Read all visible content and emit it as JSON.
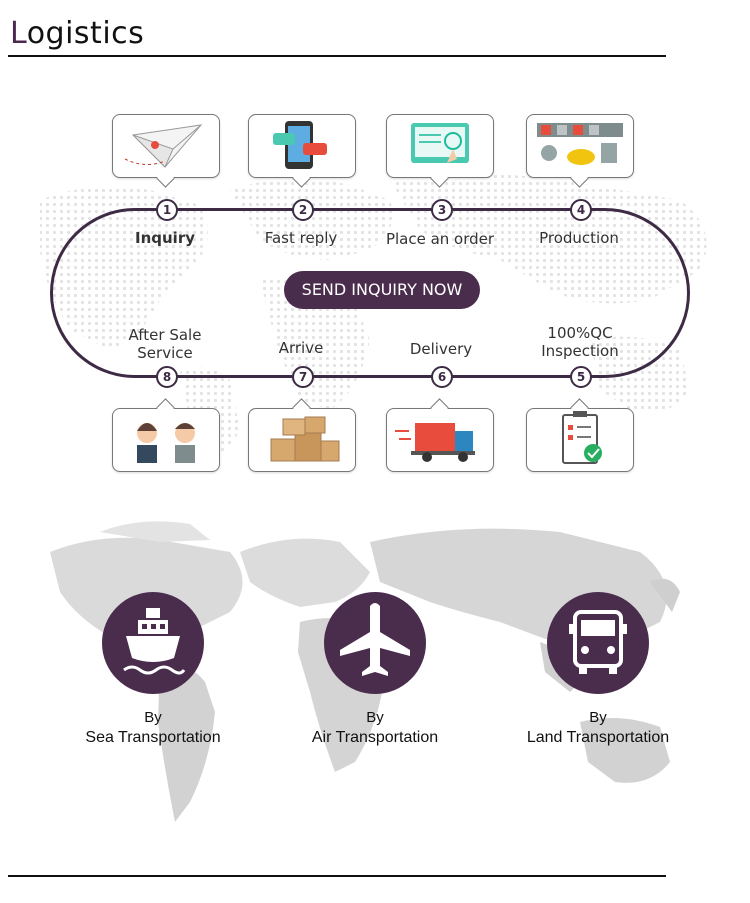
{
  "header": {
    "title_first_letter": "L",
    "title_rest": "ogistics"
  },
  "process": {
    "top_steps": [
      {
        "number": "1",
        "label": "Inquiry",
        "icon": "paper-plane-mail-icon"
      },
      {
        "number": "2",
        "label": "Fast reply",
        "icon": "phone-chat-icon"
      },
      {
        "number": "3",
        "label": "Place an order",
        "icon": "online-order-icon"
      },
      {
        "number": "4",
        "label": "Production",
        "icon": "factory-line-icon"
      }
    ],
    "bottom_steps": [
      {
        "number": "8",
        "label_line1": "After Sale",
        "label_line2": "Service",
        "icon": "customer-service-icon"
      },
      {
        "number": "7",
        "label_line1": "Arrive",
        "label_line2": "",
        "icon": "boxes-icon"
      },
      {
        "number": "6",
        "label_line1": "Delivery",
        "label_line2": "",
        "icon": "delivery-truck-icon"
      },
      {
        "number": "5",
        "label_line1": "100%QC",
        "label_line2": "Inspection",
        "icon": "checklist-icon"
      }
    ],
    "cta_label": "SEND INQUIRY NOW"
  },
  "transport": [
    {
      "by": "By",
      "name": "Sea Transportation",
      "icon": "ship-icon"
    },
    {
      "by": "By",
      "name": "Air Transportation",
      "icon": "airplane-icon"
    },
    {
      "by": "By",
      "name": "Land Transportation",
      "icon": "bus-icon"
    }
  ],
  "colors": {
    "accent": "#4a2c4d",
    "loop": "#3d2a45",
    "map": "#d9d9d9"
  }
}
